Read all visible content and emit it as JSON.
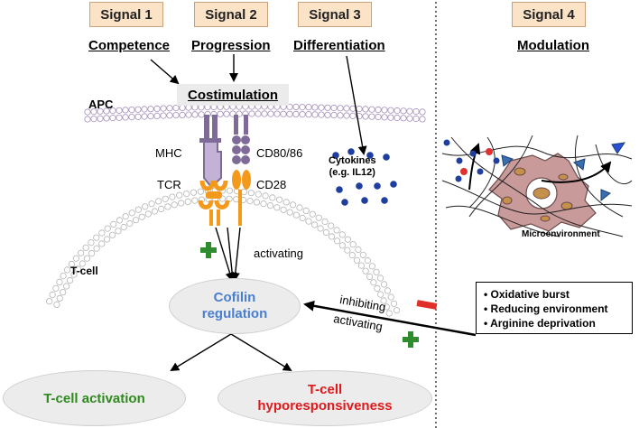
{
  "signals": [
    {
      "label": "Signal 1"
    },
    {
      "label": "Signal 2"
    },
    {
      "label": "Signal 3"
    },
    {
      "label": "Signal 4"
    }
  ],
  "headers": {
    "competence": "Competence",
    "progression": "Progression",
    "differentiation": "Differentiation",
    "modulation": "Modulation",
    "costimulation": "Costimulation"
  },
  "labels": {
    "apc": "APC",
    "mhc": "MHC",
    "cd80": "CD80/86",
    "tcr": "TCR",
    "cd28": "CD28",
    "tcell": "T-cell",
    "cytokines_line1": "Cytokines",
    "cytokines_line2": "(e.g. IL12)",
    "activating_top": "activating",
    "inhibiting": "inhibiting",
    "activating_right": "activating",
    "microenvironment": "Microenvironment"
  },
  "cofilin": {
    "line1": "Cofilin",
    "line2": "regulation"
  },
  "outcomes": {
    "activation": "T-cell activation",
    "hypo_line1": "T-cell",
    "hypo_line2": "hyporesponsiveness"
  },
  "modulation_box": {
    "items": [
      "• Oxidative burst",
      "• Reducing environment",
      "• Arginine deprivation"
    ]
  },
  "colors": {
    "membrane": "#a58fba",
    "tcell_membrane": "#b4b4b4",
    "mhc": "#c2b3d6",
    "cd80": "#7f6b98",
    "tcr": "#f39a1c",
    "cytokine_dot": "#1f3e9e",
    "cofilin_text": "#4a7fd0",
    "activation_text": "#2f8a1e",
    "hypo_text": "#e0181a",
    "plus": "#2e8b2e",
    "minus": "#e0302a",
    "signal_box": "#fbe3c7",
    "cell": "#c99a9a"
  }
}
